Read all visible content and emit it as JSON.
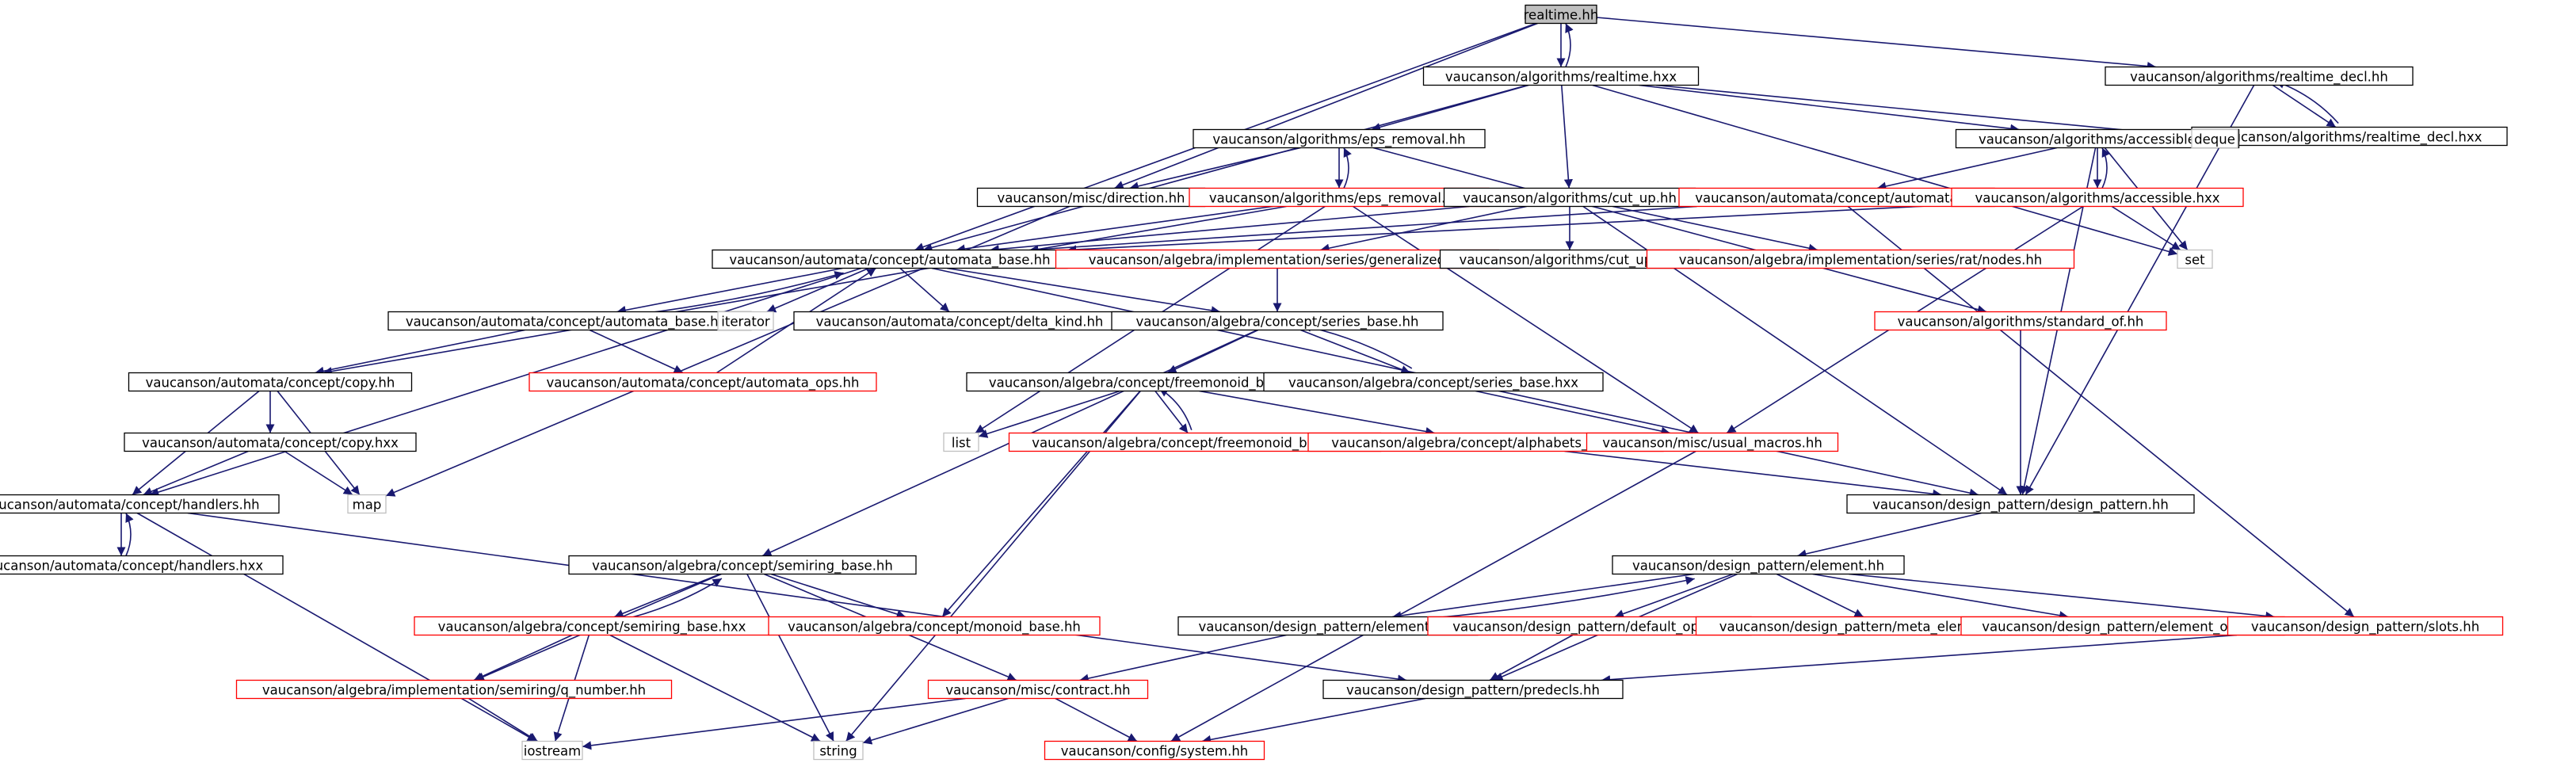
{
  "colors": {
    "edge": "#191970",
    "root_fill": "#bfbfbf",
    "documented_border": "#000000",
    "undocumented_border": "#ff0000",
    "system_border": "#bfbfbf"
  },
  "nodes": [
    {
      "id": "realtime_hh",
      "label": "realtime.hh",
      "kind": "root"
    },
    {
      "id": "alg_realtime_hxx",
      "label": "vaucanson/algorithms/realtime.hxx",
      "kind": "doc"
    },
    {
      "id": "alg_realtime_decl_hh",
      "label": "vaucanson/algorithms/realtime_decl.hh",
      "kind": "doc"
    },
    {
      "id": "alg_realtime_decl_hxx",
      "label": "vaucanson/algorithms/realtime_decl.hxx",
      "kind": "doc"
    },
    {
      "id": "alg_eps_removal_hh",
      "label": "vaucanson/algorithms/eps_removal.hh",
      "kind": "doc"
    },
    {
      "id": "alg_accessible_hh",
      "label": "vaucanson/algorithms/accessible.hh",
      "kind": "doc"
    },
    {
      "id": "deque",
      "label": "deque",
      "kind": "sys"
    },
    {
      "id": "misc_direction_hh",
      "label": "vaucanson/misc/direction.hh",
      "kind": "doc"
    },
    {
      "id": "alg_eps_removal_hxx",
      "label": "vaucanson/algorithms/eps_removal.hxx",
      "kind": "undoc"
    },
    {
      "id": "alg_cut_up_hh",
      "label": "vaucanson/algorithms/cut_up.hh",
      "kind": "doc"
    },
    {
      "id": "aut_concept_automata_hh",
      "label": "vaucanson/automata/concept/automata.hh",
      "kind": "undoc"
    },
    {
      "id": "alg_accessible_hxx",
      "label": "vaucanson/algorithms/accessible.hxx",
      "kind": "undoc"
    },
    {
      "id": "set",
      "label": "set",
      "kind": "sys"
    },
    {
      "id": "aut_concept_automata_base_hh",
      "label": "vaucanson/automata/concept/automata_base.hh",
      "kind": "doc"
    },
    {
      "id": "algebra_impl_series_generalized_hh",
      "label": "vaucanson/algebra/implementation/series/generalized.hh",
      "kind": "undoc"
    },
    {
      "id": "alg_cut_up_hxx",
      "label": "vaucanson/algorithms/cut_up.hxx",
      "kind": "doc"
    },
    {
      "id": "algebra_impl_series_rat_nodes_hh",
      "label": "vaucanson/algebra/implementation/series/rat/nodes.hh",
      "kind": "undoc"
    },
    {
      "id": "aut_concept_automata_base_hxx",
      "label": "vaucanson/automata/concept/automata_base.hxx",
      "kind": "doc"
    },
    {
      "id": "iterator",
      "label": "iterator",
      "kind": "sys"
    },
    {
      "id": "aut_concept_delta_kind_hh",
      "label": "vaucanson/automata/concept/delta_kind.hh",
      "kind": "doc"
    },
    {
      "id": "algebra_concept_series_base_hh",
      "label": "vaucanson/algebra/concept/series_base.hh",
      "kind": "doc"
    },
    {
      "id": "alg_standard_of_hh",
      "label": "vaucanson/algorithms/standard_of.hh",
      "kind": "undoc"
    },
    {
      "id": "aut_concept_copy_hh",
      "label": "vaucanson/automata/concept/copy.hh",
      "kind": "doc"
    },
    {
      "id": "aut_concept_automata_ops_hh",
      "label": "vaucanson/automata/concept/automata_ops.hh",
      "kind": "undoc"
    },
    {
      "id": "algebra_concept_freemonoid_base_hh",
      "label": "vaucanson/algebra/concept/freemonoid_base.hh",
      "kind": "doc"
    },
    {
      "id": "algebra_concept_series_base_hxx",
      "label": "vaucanson/algebra/concept/series_base.hxx",
      "kind": "doc"
    },
    {
      "id": "list",
      "label": "list",
      "kind": "sys"
    },
    {
      "id": "aut_concept_copy_hxx",
      "label": "vaucanson/automata/concept/copy.hxx",
      "kind": "doc"
    },
    {
      "id": "algebra_concept_freemonoid_base_hxx",
      "label": "vaucanson/algebra/concept/freemonoid_base.hxx",
      "kind": "undoc"
    },
    {
      "id": "algebra_concept_alphabets_base_hh",
      "label": "vaucanson/algebra/concept/alphabets_base.hh",
      "kind": "undoc"
    },
    {
      "id": "misc_usual_macros_hh",
      "label": "vaucanson/misc/usual_macros.hh",
      "kind": "undoc"
    },
    {
      "id": "aut_concept_handlers_hh",
      "label": "vaucanson/automata/concept/handlers.hh",
      "kind": "doc"
    },
    {
      "id": "map",
      "label": "map",
      "kind": "sys"
    },
    {
      "id": "design_pattern_hh",
      "label": "vaucanson/design_pattern/design_pattern.hh",
      "kind": "doc"
    },
    {
      "id": "aut_concept_handlers_hxx",
      "label": "vaucanson/automata/concept/handlers.hxx",
      "kind": "doc"
    },
    {
      "id": "algebra_concept_semiring_base_hh",
      "label": "vaucanson/algebra/concept/semiring_base.hh",
      "kind": "doc"
    },
    {
      "id": "dp_element_hh",
      "label": "vaucanson/design_pattern/element.hh",
      "kind": "doc"
    },
    {
      "id": "algebra_concept_semiring_base_hxx",
      "label": "vaucanson/algebra/concept/semiring_base.hxx",
      "kind": "undoc"
    },
    {
      "id": "algebra_concept_monoid_base_hh",
      "label": "vaucanson/algebra/concept/monoid_base.hh",
      "kind": "undoc"
    },
    {
      "id": "dp_element_hxx",
      "label": "vaucanson/design_pattern/element.hxx",
      "kind": "doc"
    },
    {
      "id": "dp_default_ops_hh",
      "label": "vaucanson/design_pattern/default_ops.hh",
      "kind": "undoc"
    },
    {
      "id": "dp_meta_element_root_hh",
      "label": "vaucanson/design_pattern/meta_element_root.hh",
      "kind": "undoc"
    },
    {
      "id": "dp_element_ops_hh",
      "label": "vaucanson/design_pattern/element_ops.hh",
      "kind": "undoc"
    },
    {
      "id": "dp_slots_hh",
      "label": "vaucanson/design_pattern/slots.hh",
      "kind": "undoc"
    },
    {
      "id": "algebra_impl_semiring_q_number_hh",
      "label": "vaucanson/algebra/implementation/semiring/q_number.hh",
      "kind": "undoc"
    },
    {
      "id": "misc_contract_hh",
      "label": "vaucanson/misc/contract.hh",
      "kind": "undoc"
    },
    {
      "id": "dp_predecls_hh",
      "label": "vaucanson/design_pattern/predecls.hh",
      "kind": "doc"
    },
    {
      "id": "iostream",
      "label": "iostream",
      "kind": "sys"
    },
    {
      "id": "string",
      "label": "string",
      "kind": "sys"
    },
    {
      "id": "config_system_hh",
      "label": "vaucanson/config/system.hh",
      "kind": "undoc"
    }
  ]
}
